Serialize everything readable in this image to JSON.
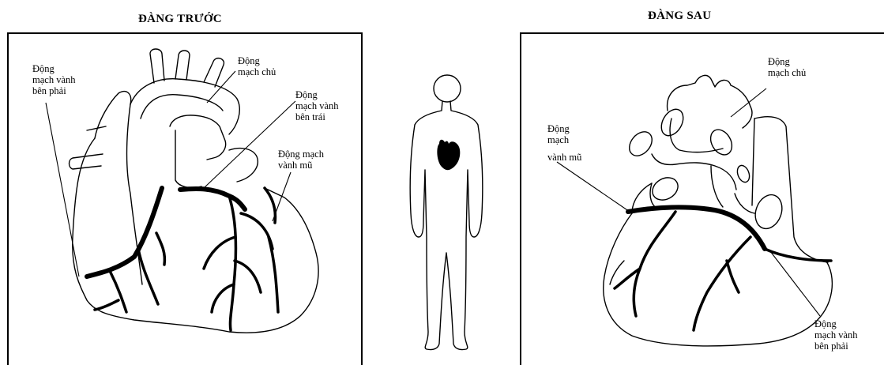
{
  "anterior": {
    "title": "ĐÀNG TRƯỚC",
    "labels": {
      "right_coronary": [
        "Động",
        "mạch vành",
        "bên  phải"
      ],
      "aorta": [
        "Động",
        "mạch chủ"
      ],
      "left_coronary": [
        "Động",
        "mạch vành",
        "bên trái"
      ],
      "circumflex": [
        "Động mạch",
        "vành mũ"
      ]
    }
  },
  "posterior": {
    "title": "ĐÀNG SAU",
    "labels": {
      "aorta": [
        "Động",
        "mạch chủ"
      ],
      "circumflex": [
        "Động",
        "mạch",
        "vành mũ"
      ],
      "right_coronary": [
        "Động",
        "mạch vành",
        "bên phải"
      ]
    }
  }
}
